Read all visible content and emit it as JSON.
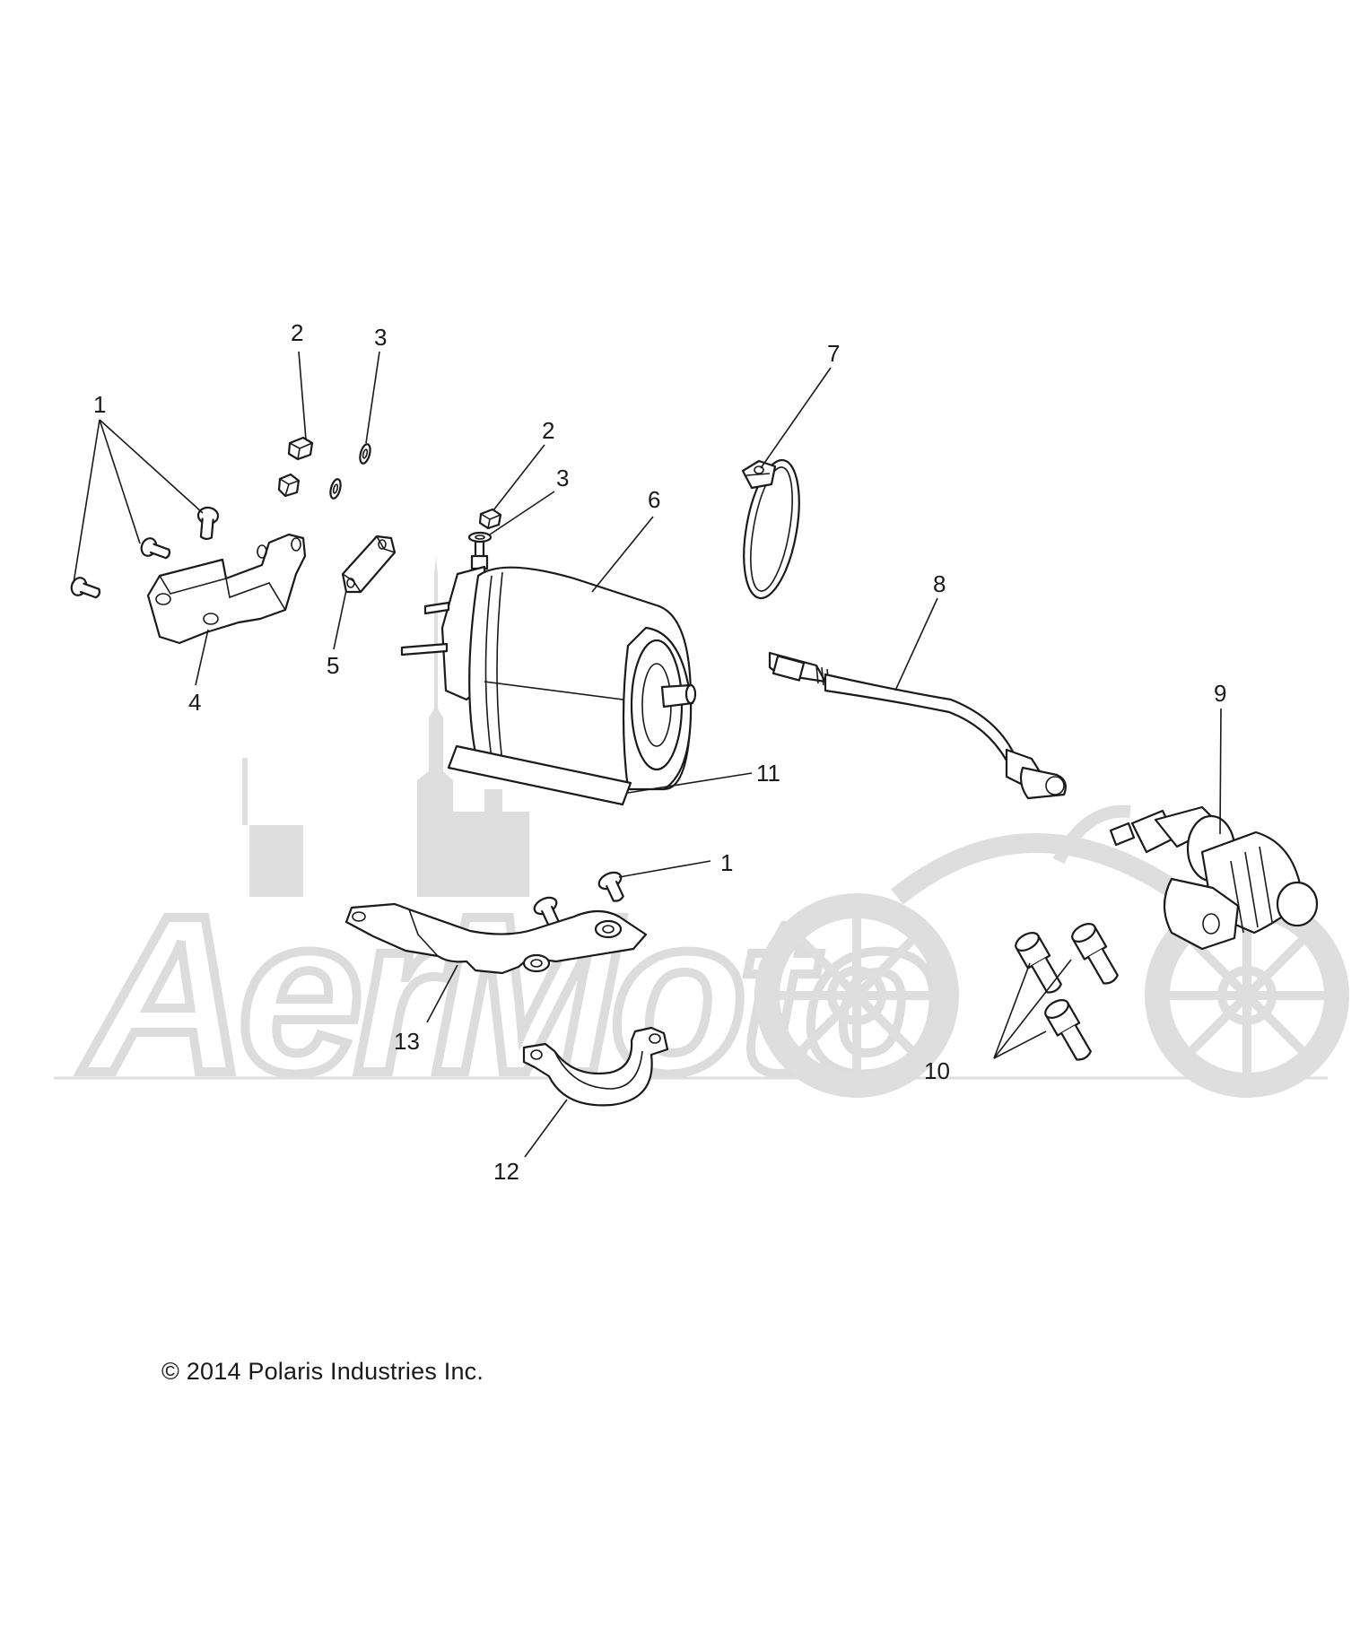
{
  "callouts": [
    {
      "id": "c1a",
      "text": "1"
    },
    {
      "id": "c2a",
      "text": "2"
    },
    {
      "id": "c3a",
      "text": "3"
    },
    {
      "id": "c2b",
      "text": "2"
    },
    {
      "id": "c3b",
      "text": "3"
    },
    {
      "id": "c4",
      "text": "4"
    },
    {
      "id": "c5",
      "text": "5"
    },
    {
      "id": "c6",
      "text": "6"
    },
    {
      "id": "c7",
      "text": "7"
    },
    {
      "id": "c8",
      "text": "8"
    },
    {
      "id": "c9",
      "text": "9"
    },
    {
      "id": "c10",
      "text": "10"
    },
    {
      "id": "c11",
      "text": "11"
    },
    {
      "id": "c1b",
      "text": "1"
    },
    {
      "id": "c12",
      "text": "12"
    },
    {
      "id": "c13",
      "text": "13"
    }
  ],
  "watermark": "AerMoto",
  "copyright": "© 2014 Polaris Industries Inc."
}
